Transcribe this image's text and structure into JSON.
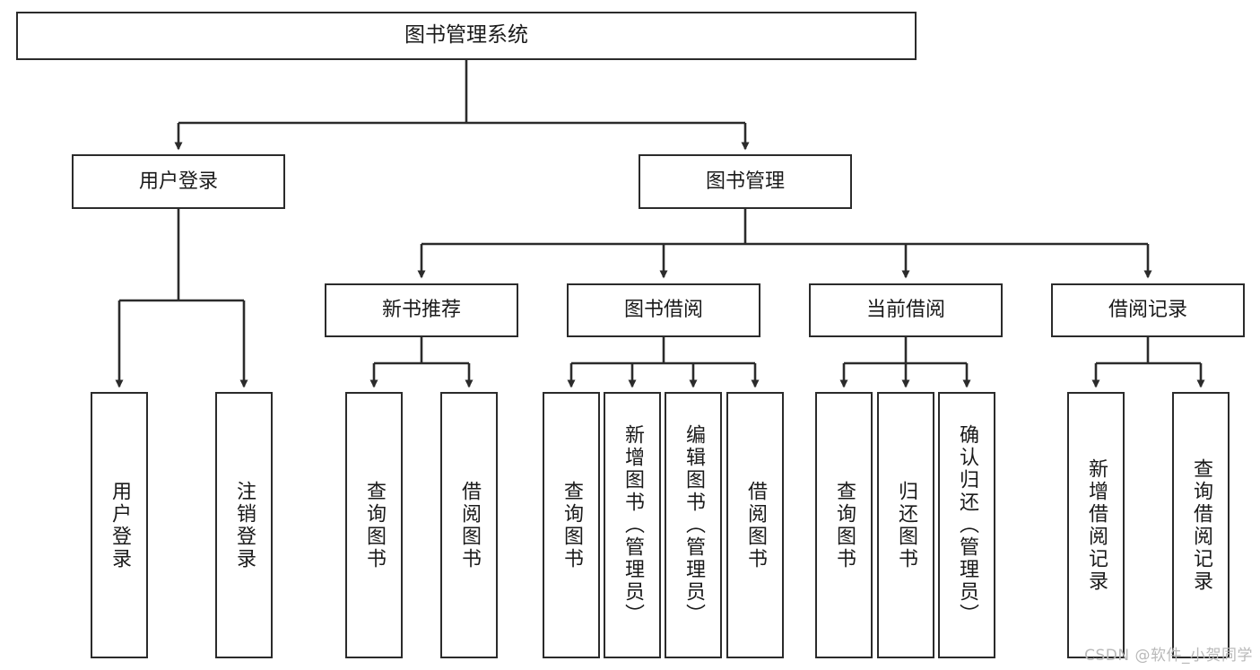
{
  "diagram": {
    "type": "tree-flowchart",
    "title": "图书管理系统",
    "watermark": "CSDN @软件_小贺同学",
    "colors": {
      "box_border": "#2b2b2b",
      "box_fill": "#ffffff",
      "edge": "#2b2b2b",
      "text": "#1a1a1a",
      "watermark": "#b9b9b9"
    },
    "nodes": {
      "root": {
        "label": "图书管理系统"
      },
      "level1": [
        {
          "label": "用户登录"
        },
        {
          "label": "图书管理"
        }
      ],
      "level2": [
        {
          "label": "新书推荐"
        },
        {
          "label": "图书借阅"
        },
        {
          "label": "当前借阅"
        },
        {
          "label": "借阅记录"
        }
      ],
      "leaves": {
        "user_login": [
          {
            "label": "用户登录"
          },
          {
            "label": "注销登录"
          }
        ],
        "new_book_recommend": [
          {
            "label": "查询图书"
          },
          {
            "label": "借阅图书"
          }
        ],
        "book_borrow": [
          {
            "label": "查询图书"
          },
          {
            "label": "新增图书（管理员）"
          },
          {
            "label": "编辑图书（管理员）"
          },
          {
            "label": "借阅图书"
          }
        ],
        "current_borrow": [
          {
            "label": "查询图书"
          },
          {
            "label": "归还图书"
          },
          {
            "label": "确认归还（管理员）"
          }
        ],
        "borrow_record": [
          {
            "label": "新增借阅记录"
          },
          {
            "label": "查询借阅记录"
          }
        ]
      }
    }
  }
}
